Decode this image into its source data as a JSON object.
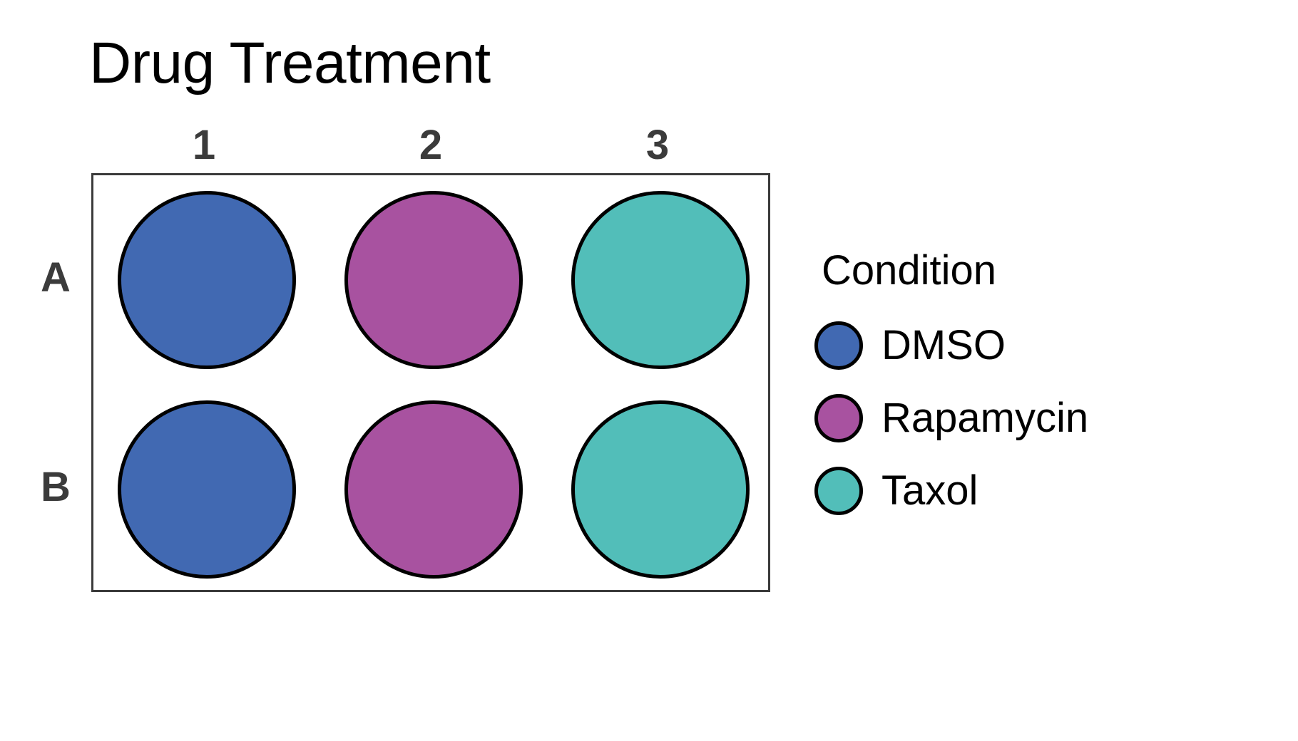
{
  "figure": {
    "title": "Drug Treatment",
    "background": "#FFFFFF"
  },
  "chart_data": {
    "type": "heatmap",
    "title": "Drug Treatment",
    "xlabel": "",
    "ylabel": "",
    "grid": false,
    "legend_position": "right",
    "columns": [
      "1",
      "2",
      "3"
    ],
    "rows": [
      "A",
      "B"
    ],
    "categories": [
      "DMSO",
      "Rapamycin",
      "Taxol"
    ],
    "category_colors": {
      "DMSO": "#4169B2",
      "Rapamycin": "#A852A0",
      "Taxol": "#52BEB9"
    },
    "wells": [
      {
        "id": "A1",
        "row": "A",
        "column": "1",
        "condition": "DMSO",
        "color": "#4169B2"
      },
      {
        "id": "A2",
        "row": "A",
        "column": "2",
        "condition": "Rapamycin",
        "color": "#A852A0"
      },
      {
        "id": "A3",
        "row": "A",
        "column": "3",
        "condition": "Taxol",
        "color": "#52BEB9"
      },
      {
        "id": "B1",
        "row": "B",
        "column": "1",
        "condition": "DMSO",
        "color": "#4169B2"
      },
      {
        "id": "B2",
        "row": "B",
        "column": "2",
        "condition": "Rapamycin",
        "color": "#A852A0"
      },
      {
        "id": "B3",
        "row": "B",
        "column": "3",
        "condition": "Taxol",
        "color": "#52BEB9"
      }
    ]
  },
  "plate": {
    "column_headers": [
      "1",
      "2",
      "3"
    ],
    "row_headers": [
      "A",
      "B"
    ],
    "border_color": "#3B3B3B",
    "well_stroke_color": "#000000"
  },
  "legend": {
    "title": "Condition",
    "items": [
      {
        "label": "DMSO",
        "color": "#4169B2"
      },
      {
        "label": "Rapamycin",
        "color": "#A852A0"
      },
      {
        "label": "Taxol",
        "color": "#52BEB9"
      }
    ]
  }
}
